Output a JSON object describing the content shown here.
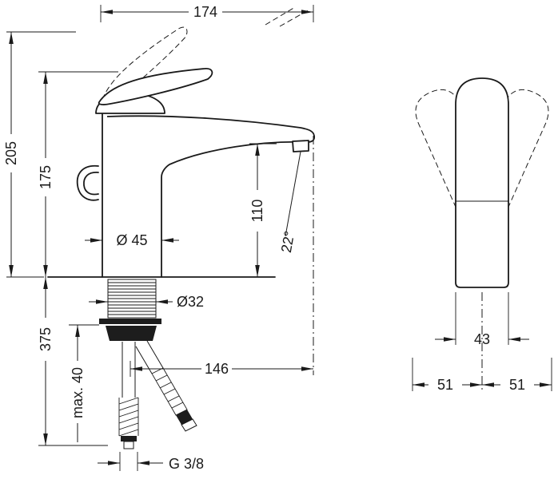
{
  "front_view": {
    "overall_length_mm": "174",
    "overall_height_mm": "205",
    "height_to_handle_mm": "175",
    "spout_height_mm": "110",
    "body_diameter": "Ø 45",
    "shank_diameter": "Ø32",
    "install_depth_mm": "375",
    "max_deck_thickness": "max. 40",
    "spout_reach_mm": "146",
    "stream_angle": "22°",
    "hose_thread": "G 3/8"
  },
  "side_view": {
    "handle_width_mm": "43",
    "swing_left_mm": "51",
    "swing_right_mm": "51"
  }
}
